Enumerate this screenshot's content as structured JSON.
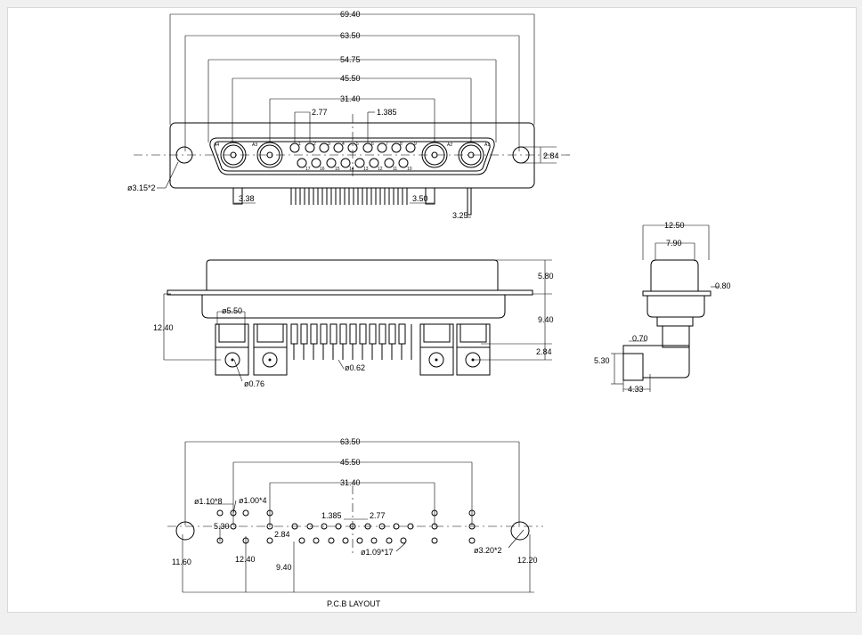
{
  "front_view": {
    "dims": {
      "w69_40": "69.40",
      "w63_50": "63.50",
      "w54_75": "54.75",
      "w45_50": "45.50",
      "w31_40": "31.40",
      "p2_77": "2.77",
      "p1_385": "1.385",
      "h2_84": "2.84",
      "hole": "ø3.15*2",
      "l3_38": "3.38",
      "r3_50": "3.50",
      "pin3_25": "3.25"
    },
    "coax_labels": [
      "A4",
      "A3",
      "A2",
      "A1"
    ],
    "row1_numbers": [
      "1",
      "2",
      "3",
      "4",
      "5",
      "6",
      "7",
      "8",
      "9"
    ],
    "row2_numbers": [
      "17",
      "16",
      "15",
      "14",
      "13",
      "12",
      "11",
      "10"
    ]
  },
  "side_view": {
    "dims": {
      "h5_80": "5.80",
      "h9_40": "9.40",
      "h12_40": "12.40",
      "d5_50": "ø5.50",
      "h2_84": "2.84",
      "d0_76": "ø0.76",
      "d0_62": "ø0.62"
    }
  },
  "end_view": {
    "dims": {
      "w12_50": "12.50",
      "w7_90": "7.90",
      "t0_80": "0.80",
      "t0_70": "0.70",
      "h5_30": "5.30",
      "w4_33": "4.33"
    }
  },
  "pcb_layout": {
    "title": "P.C.B  LAYOUT",
    "dims": {
      "w63_50": "63.50",
      "w45_50": "45.50",
      "w31_40": "31.40",
      "d1_10": "ø1.10*8",
      "d1_00": "ø1.00*4",
      "h5_30": "5.30",
      "p1_385": "1.385",
      "p2_77": "2.77",
      "h2_84": "2.84",
      "h11_60": "11.60",
      "h12_40": "12.40",
      "h9_40": "9.40",
      "d1_09": "ø1.09*17",
      "d3_20": "ø3.20*2",
      "h12_20": "12.20"
    }
  }
}
